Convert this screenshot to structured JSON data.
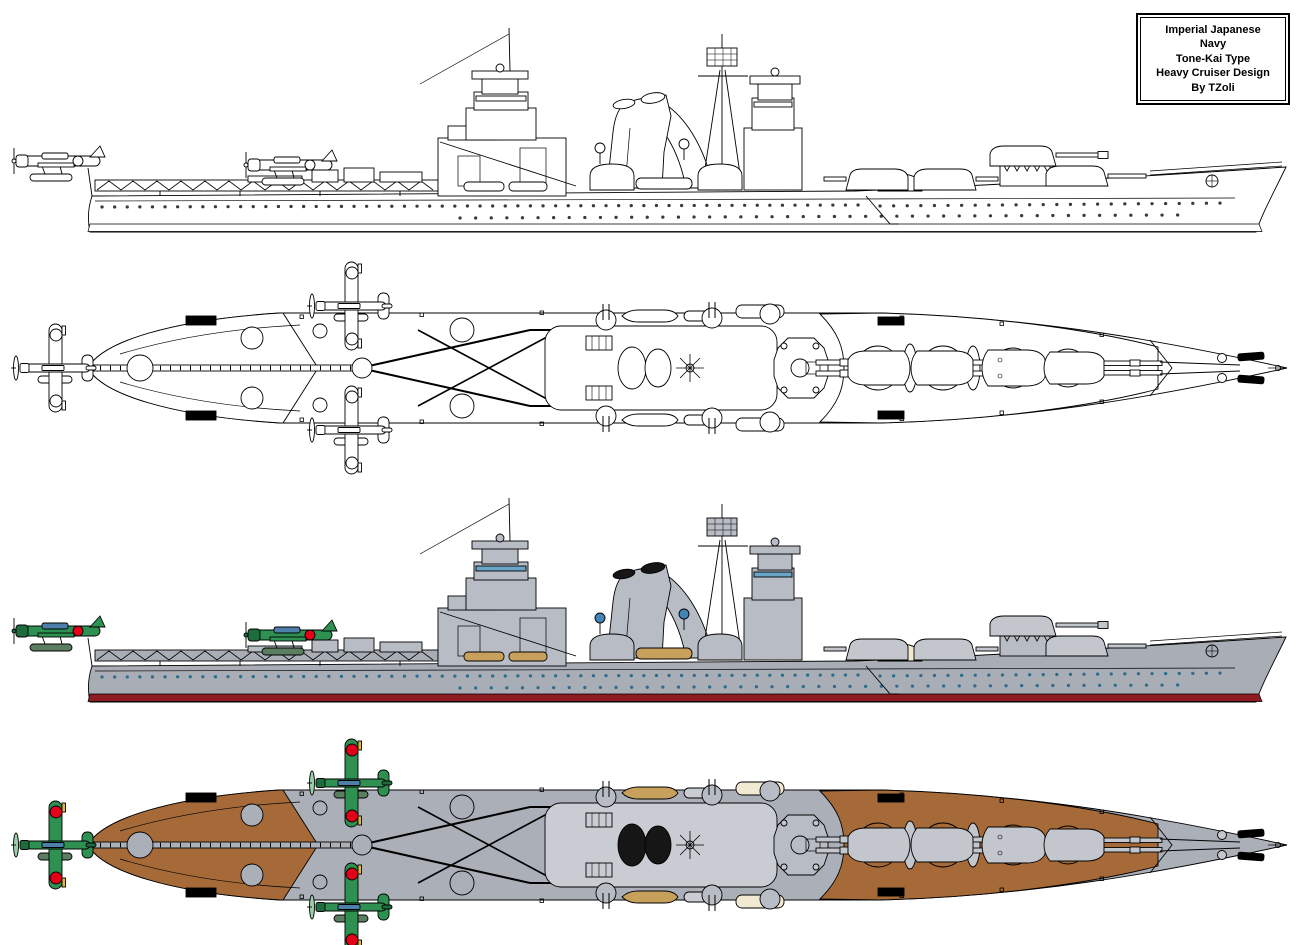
{
  "title_box": {
    "lines": [
      "Imperial Japanese",
      "Navy",
      "Tone-Kai Type",
      "Heavy Cruiser Design",
      "By TZoli"
    ]
  },
  "palette": {
    "background": "#ffffff",
    "line": "#000000",
    "hull_gray": "#a9aeb6",
    "superstructure_gray": "#b8bcc4",
    "turret_gray": "#c3c7cd",
    "platform_gray": "#c9cdd3",
    "deck_wood_brown": "#a56a38",
    "deck_metal_gray": "#abafb8",
    "funnel_cap_black": "#161616",
    "boot_topping_red": "#8e1b22",
    "porthole_blue": "#2f6b8d",
    "searchlight_blue": "#4285b4",
    "boat_tan": "#c7a05c",
    "canvas_cream": "#f2e9d2",
    "window_blue": "#6aa5c8",
    "aircraft_green": "#2e9152",
    "aircraft_green_dark": "#1e6b3e",
    "aircraft_green_light": "#9ccfa8",
    "roundel_red": "#e50019",
    "id_yellow": "#e0b93f",
    "canopy_blue": "#4d7fa8",
    "float_gray_green": "#5b7d60"
  }
}
